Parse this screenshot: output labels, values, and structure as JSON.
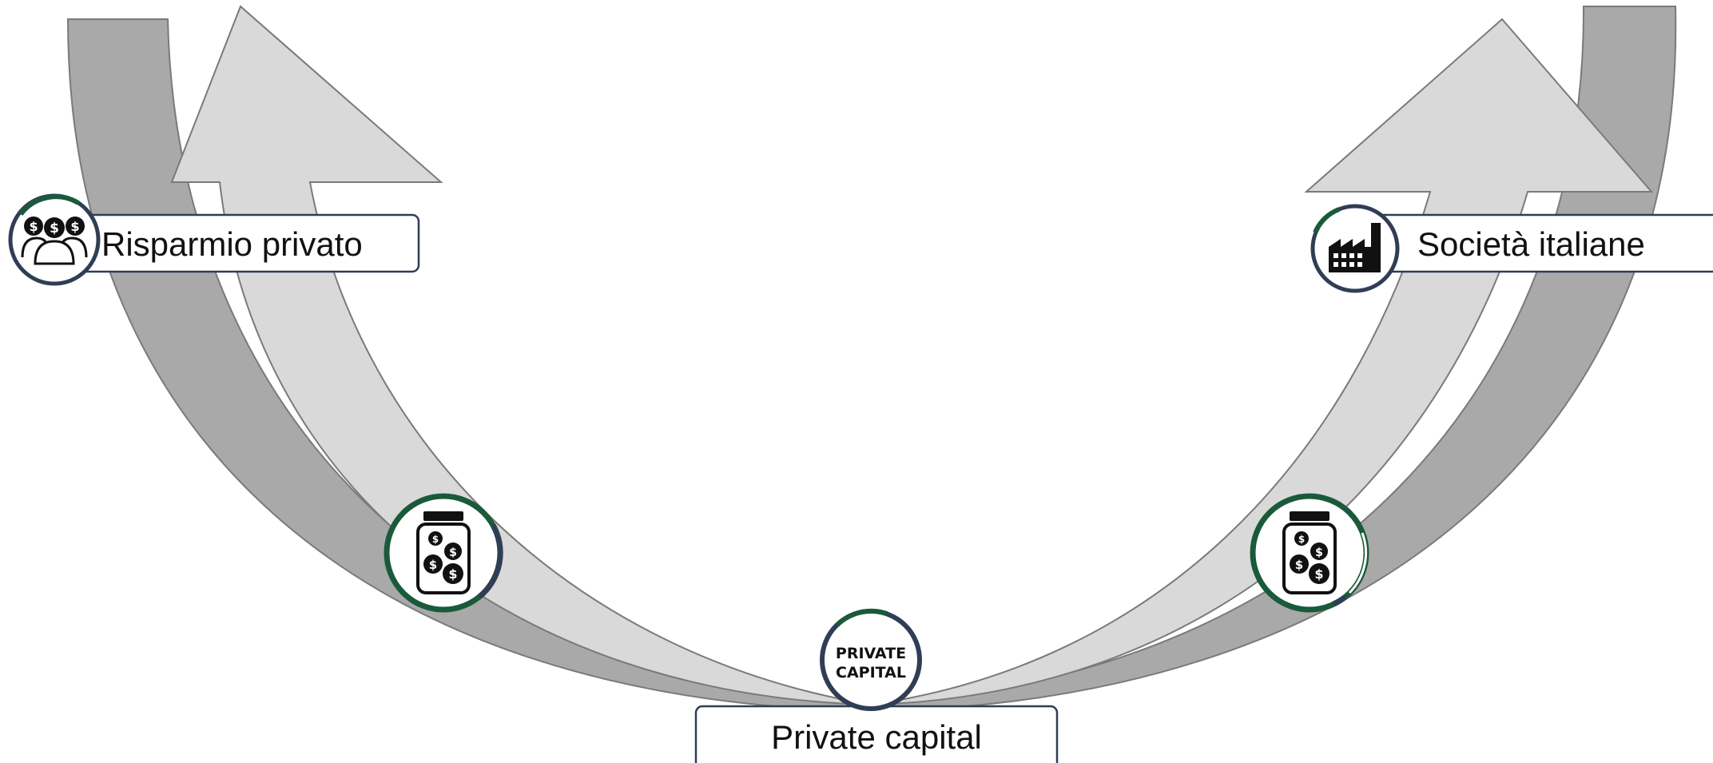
{
  "nodes": {
    "risparmio": {
      "label": "Risparmio privato",
      "icon": "people-money-icon"
    },
    "societa": {
      "label": "Società italiane",
      "icon": "factory-icon"
    },
    "private_capital": {
      "label": "Private capital",
      "icon": "private-capital-icon",
      "badge_line1": "PRIVATE",
      "badge_line2": "CAPITAL"
    }
  },
  "flow_icons": {
    "left": "money-jar-icon",
    "right": "money-jar-icon"
  },
  "coin_symbol": "$",
  "colors": {
    "dark_arrow": "#a9a9a9",
    "light_arrow": "#d9d9d9",
    "arrow_stroke": "#7a7a7a",
    "ring_green": "#1a5a3a",
    "ring_navy": "#2f3e55",
    "label_border": "#2f3e55"
  }
}
